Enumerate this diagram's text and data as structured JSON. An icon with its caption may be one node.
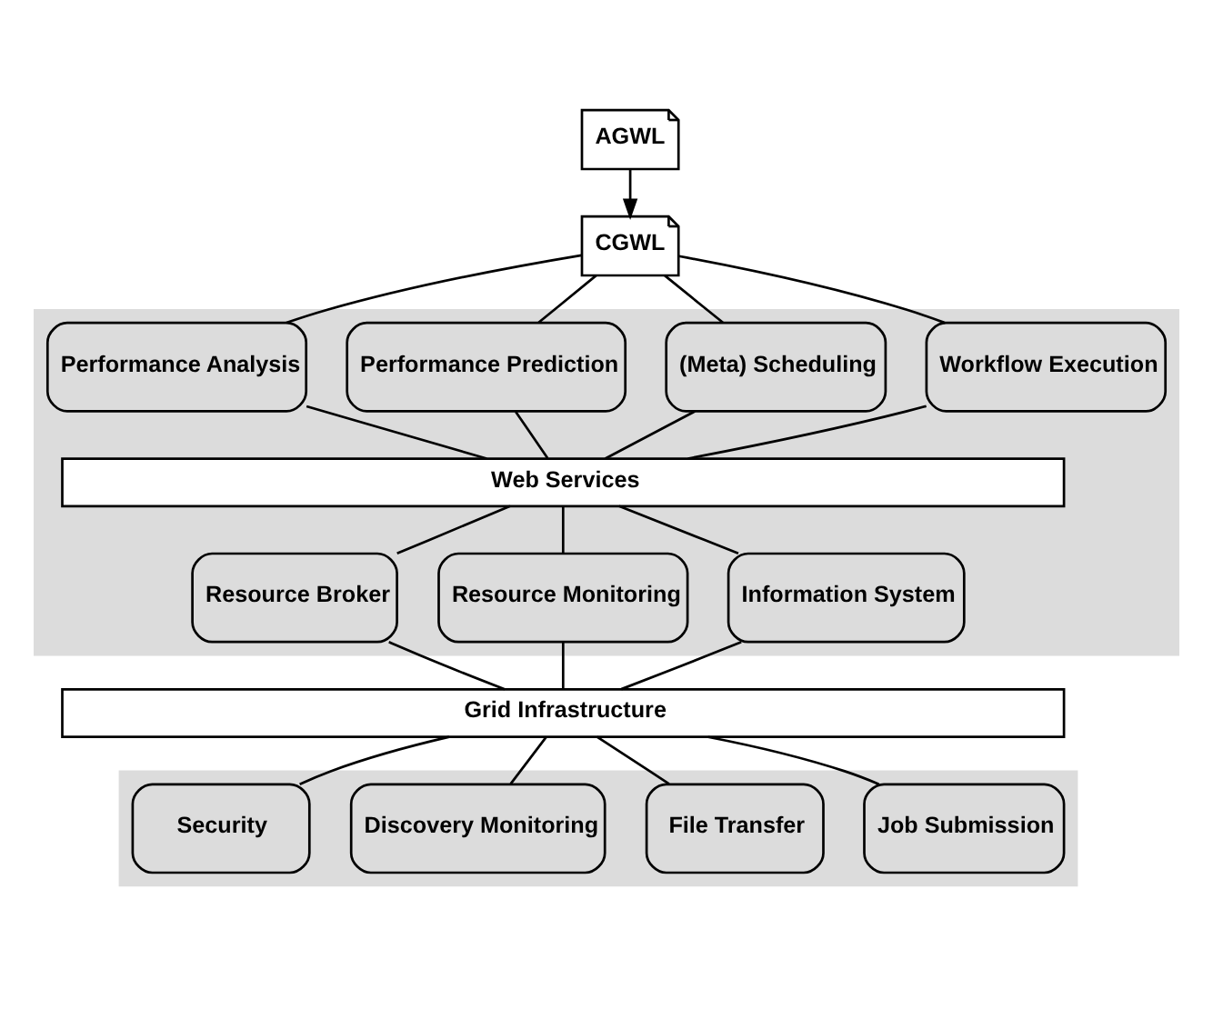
{
  "diagram": {
    "nodes": [
      {
        "text": [
          "AGWL"
        ]
      },
      {
        "text": [
          "CGWL"
        ]
      },
      {
        "text": [],
        "shape": "band"
      },
      {
        "text": [
          "Workflow Execution"
        ],
        "in": 2
      },
      {
        "text": [
          "(Meta) Scheduling"
        ],
        "in": 2
      },
      {
        "text": [
          "Performance Prediction"
        ],
        "in": 2
      },
      {
        "text": [
          "Performance Analysis"
        ],
        "in": 2
      },
      {
        "text": [
          "Web Services"
        ],
        "in": 2
      },
      {
        "text": [
          "Resource Broker"
        ],
        "in": 2
      },
      {
        "text": [
          "Resource Monitoring"
        ],
        "in": 2
      },
      {
        "text": [
          "Information System"
        ],
        "in": 2
      },
      {
        "text": [
          "Grid Infrastructure"
        ]
      },
      {
        "text": [],
        "shape": "band"
      },
      {
        "text": [
          "Job Submission"
        ],
        "in": 12
      },
      {
        "text": [
          "File Transfer"
        ],
        "in": 12
      },
      {
        "text": [
          "Discovery Monitoring"
        ],
        "in": 12
      },
      {
        "text": [
          "Security"
        ],
        "in": 12
      }
    ],
    "edges": [
      {
        "from": 0,
        "to": 1,
        "arrow": "to"
      },
      {
        "from": 1,
        "to": 3,
        "arrow": "none"
      },
      {
        "from": 1,
        "to": 4,
        "arrow": "none"
      },
      {
        "from": 1,
        "to": 5,
        "arrow": "none"
      },
      {
        "from": 1,
        "to": 6,
        "arrow": "none"
      },
      {
        "from": 3,
        "to": 7,
        "arrow": "none"
      },
      {
        "from": 4,
        "to": 7,
        "arrow": "none"
      },
      {
        "from": 5,
        "to": 7,
        "arrow": "none"
      },
      {
        "from": 6,
        "to": 7,
        "arrow": "none"
      },
      {
        "from": 7,
        "to": 8,
        "arrow": "none"
      },
      {
        "from": 7,
        "to": 9,
        "arrow": "none"
      },
      {
        "from": 7,
        "to": 10,
        "arrow": "none"
      },
      {
        "from": 8,
        "to": 11,
        "arrow": "none"
      },
      {
        "from": 9,
        "to": 11,
        "arrow": "none"
      },
      {
        "from": 10,
        "to": 11,
        "arrow": "none"
      },
      {
        "from": 11,
        "to": 13,
        "arrow": "none"
      },
      {
        "from": 11,
        "to": 14,
        "arrow": "none"
      },
      {
        "from": 11,
        "to": 15,
        "arrow": "none"
      },
      {
        "from": 11,
        "to": 16,
        "arrow": "none"
      }
    ]
  }
}
